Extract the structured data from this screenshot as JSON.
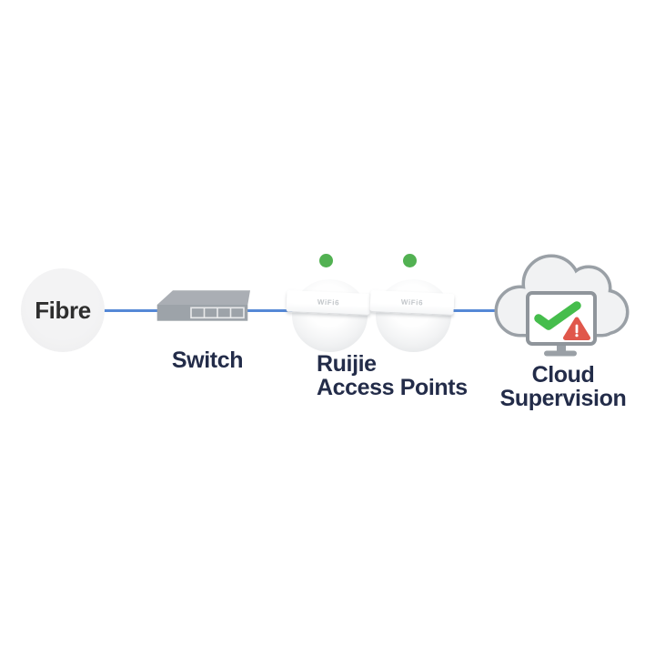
{
  "colors": {
    "connection": "#5588d6",
    "label_navy": "#232c49",
    "fibre_text": "#2e2e2e",
    "status_green": "#52b152",
    "check_green": "#45bd4c",
    "alert_red": "#e0574b",
    "switch_front_gray": "#9da3a9",
    "switch_top_gray": "#aaaeb4",
    "cloud_outline": "#9aa0a6",
    "cloud_fill": "#f1f2f3",
    "monitor_outline": "#8f959b"
  },
  "nodes": {
    "fibre": {
      "label": "Fibre"
    },
    "switch": {
      "label": "Switch",
      "port_count": 4
    },
    "access_points": {
      "label_line1": "Ruijie",
      "label_line2": "Access Points",
      "device_text": "WiFi6",
      "count": 2
    },
    "cloud": {
      "label_line1": "Cloud",
      "label_line2": "Supervision"
    }
  }
}
